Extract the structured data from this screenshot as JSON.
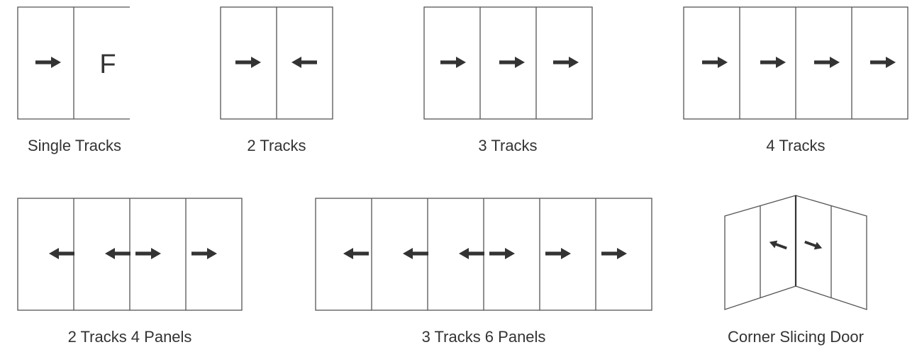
{
  "colors": {
    "frame": "#555555",
    "arrow": "#333333",
    "text": "#333333",
    "background": "#ffffff"
  },
  "diagrams": [
    {
      "id": "single-tracks",
      "caption": "Single Tracks",
      "panels": [
        "right",
        "F"
      ]
    },
    {
      "id": "2-tracks",
      "caption": "2 Tracks",
      "panels": [
        "right",
        "left"
      ]
    },
    {
      "id": "3-tracks",
      "caption": "3 Tracks",
      "panels": [
        "right",
        "right",
        "right"
      ]
    },
    {
      "id": "4-tracks",
      "caption": "4 Tracks",
      "panels": [
        "right",
        "right",
        "right",
        "right"
      ]
    },
    {
      "id": "2-tracks-4-panels",
      "caption": "2 Tracks 4 Panels",
      "panels": [
        "left",
        "left",
        "right",
        "right"
      ]
    },
    {
      "id": "3-tracks-6-panels",
      "caption": "3 Tracks 6 Panels",
      "panels": [
        "left",
        "left",
        "left",
        "right",
        "right",
        "right"
      ]
    },
    {
      "id": "corner-slicing-door",
      "caption": "Corner Slicing Door",
      "panels": [
        "none",
        "left",
        "right",
        "none"
      ]
    }
  ]
}
